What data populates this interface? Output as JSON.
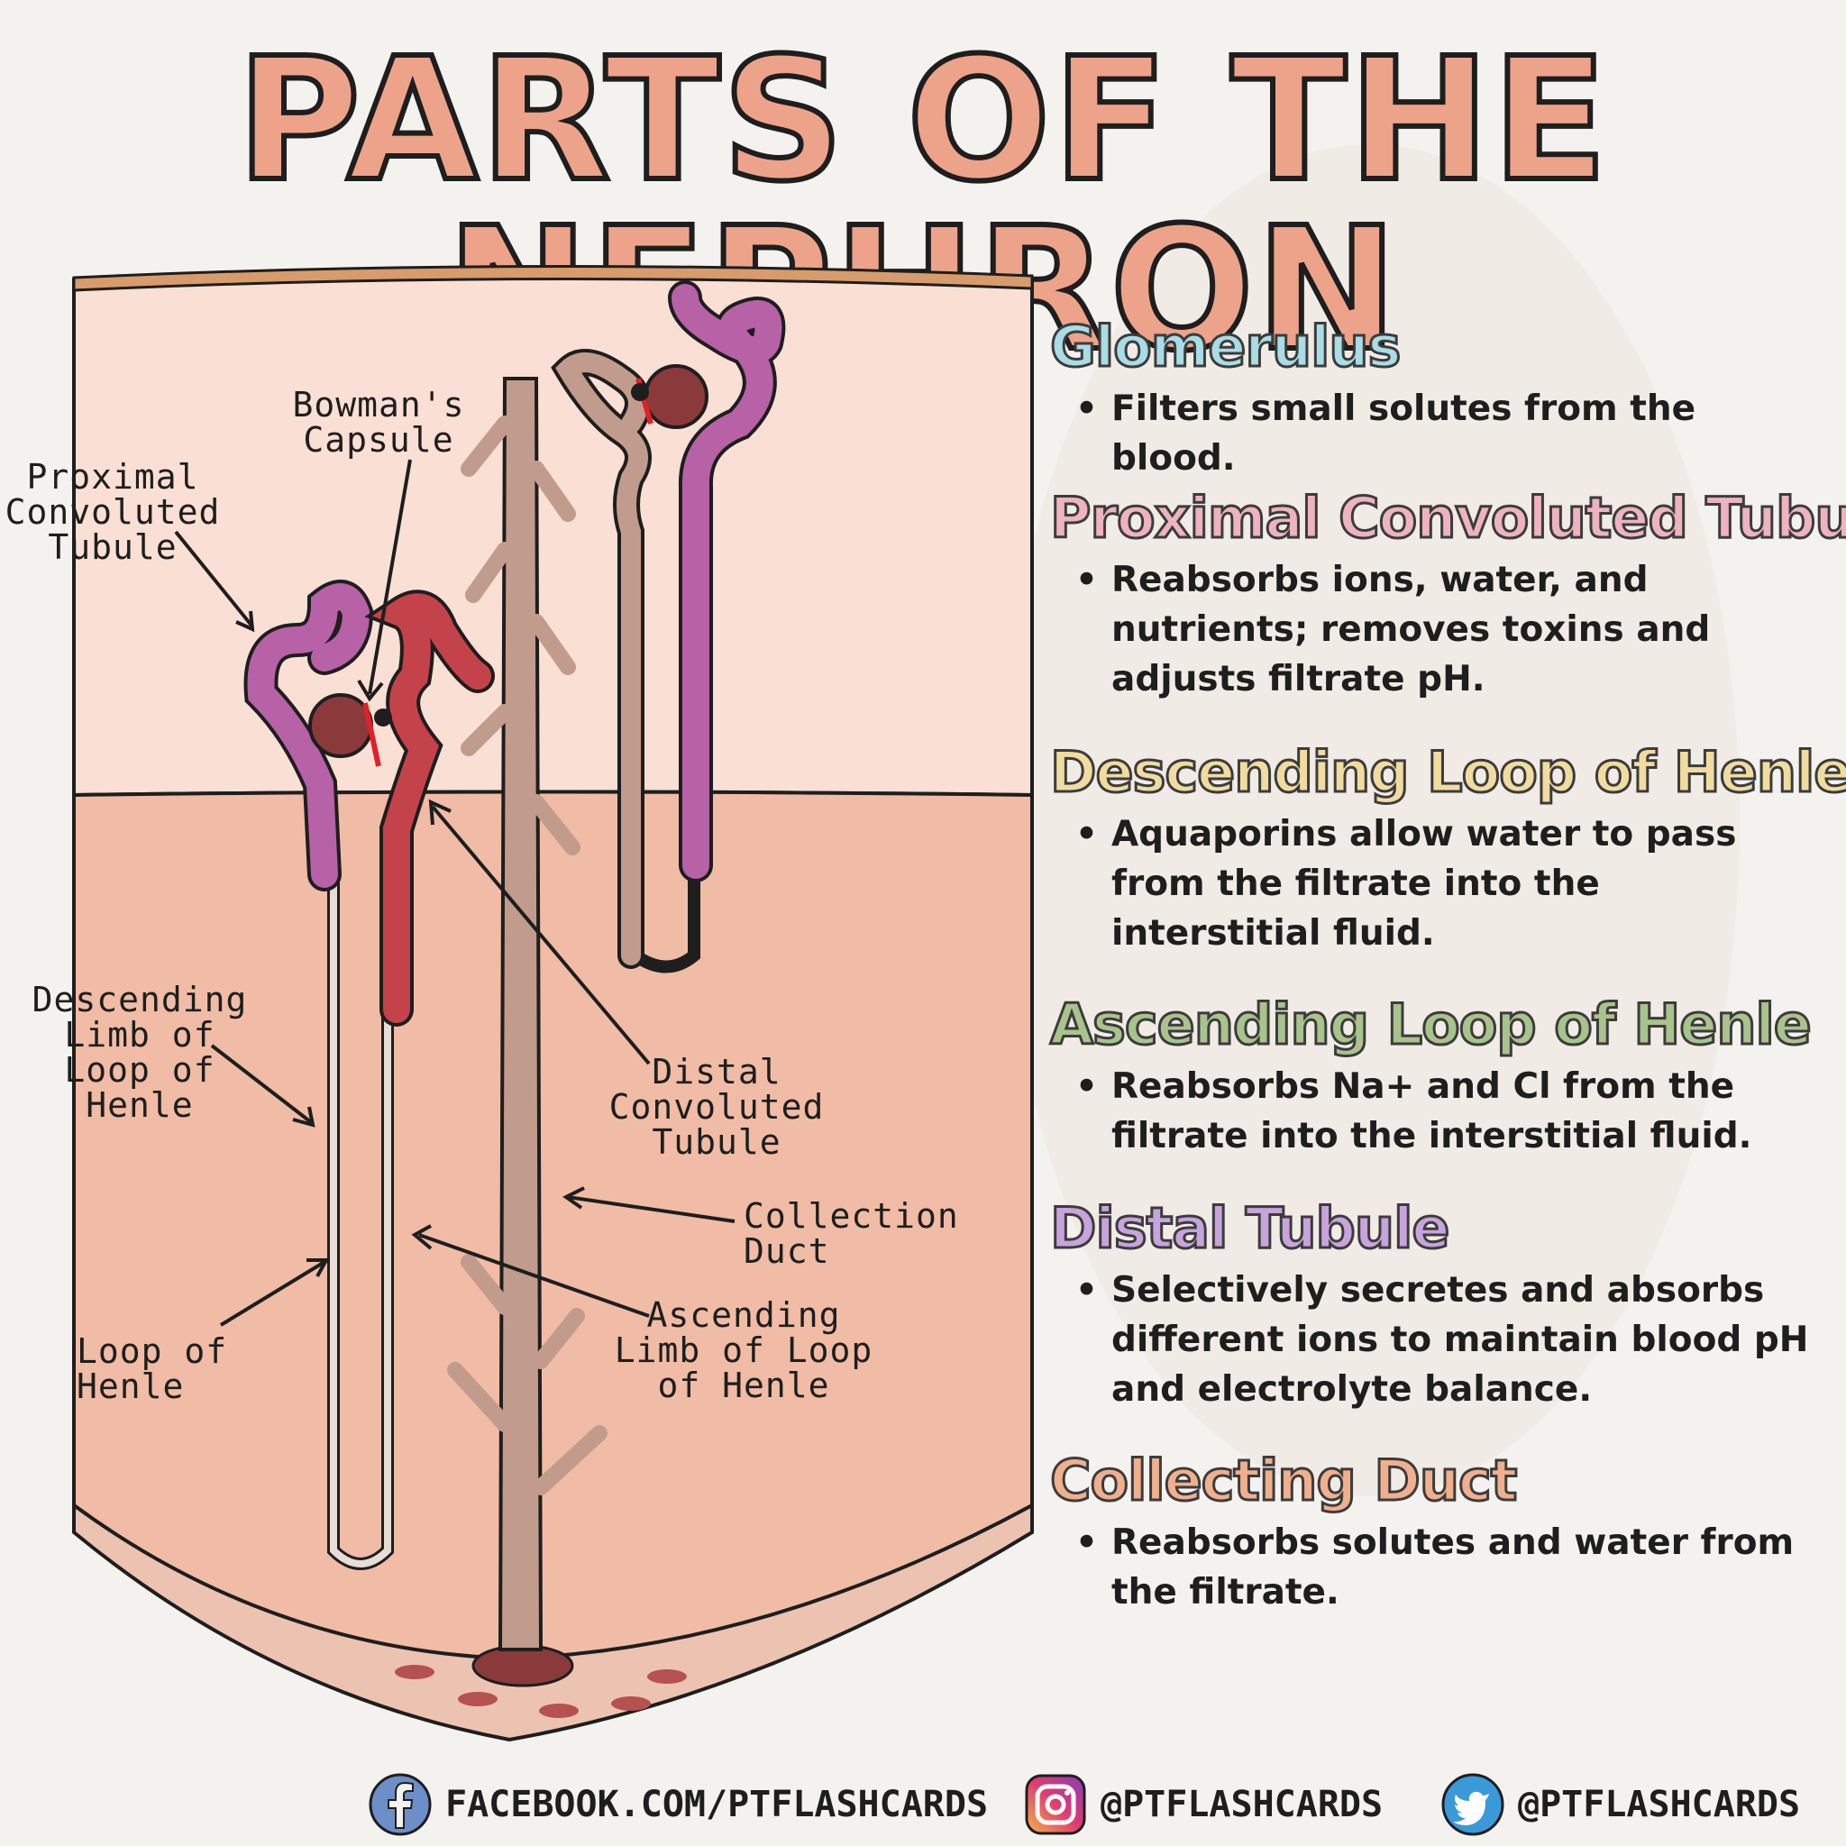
{
  "title": "PARTS OF THE NEPHRON",
  "colors": {
    "title_fill": "#eda38a",
    "cortex": "#fae0d4",
    "medulla": "#f0bca5",
    "glomerulus_title": "#a9dde6",
    "pct_title": "#eeb3c0",
    "descending_title": "#f1dca0",
    "ascending_title": "#a9c38c",
    "distal_title": "#c7a4dc",
    "collecting_title": "#f0b08e"
  },
  "diagram_labels": {
    "bowmans_capsule": "Bowman's\nCapsule",
    "proximal_convoluted_tubule": "Proximal\nConvoluted\nTubule",
    "descending_limb": "Descending\nLimb of\nLoop of\nHenle",
    "loop_of_henle": "Loop of Henle",
    "distal_convoluted_tubule": "Distal\nConvoluted\nTubule",
    "collection_duct": "Collection Duct",
    "ascending_limb": "Ascending\nLimb of Loop\nof Henle"
  },
  "sections": [
    {
      "title": "Glomerulus",
      "text": "Filters small solutes from the blood."
    },
    {
      "title": "Proximal Convoluted Tubule",
      "text": "Reabsorbs ions, water, and nutrients; removes toxins and adjusts filtrate pH."
    },
    {
      "title": "Descending Loop of Henle",
      "text": "Aquaporins allow water to pass from the filtrate into the interstitial fluid."
    },
    {
      "title": "Ascending Loop of Henle",
      "text": "Reabsorbs Na+ and Cl from the filtrate into the interstitial fluid."
    },
    {
      "title": "Distal Tubule",
      "text": "Selectively secretes and absorbs different ions to maintain blood pH and electrolyte balance."
    },
    {
      "title": "Collecting Duct",
      "text": "Reabsorbs solutes and water from the filtrate."
    }
  ],
  "bullet": "•",
  "footer": {
    "facebook": "FACEBOOK.COM/PTFLASHCARDS",
    "instagram": "@PTFLASHCARDS",
    "twitter": "@PTFLASHCARDS"
  }
}
